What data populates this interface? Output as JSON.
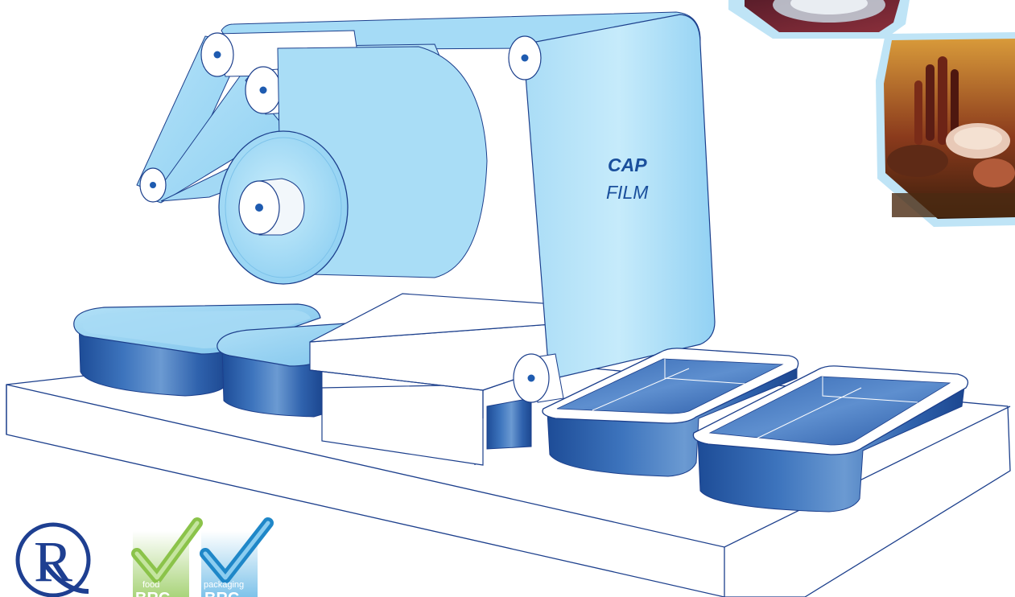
{
  "film_label": {
    "line1": "CAP",
    "line2": "FILM"
  },
  "certifications": {
    "food_badge": {
      "caption": "food",
      "mark": "BRC"
    },
    "packaging_badge": {
      "caption": "packaging",
      "mark": "BRC"
    }
  },
  "logo": {
    "icon": "rq-monogram-logo"
  },
  "photos": [
    {
      "icon": "food-plate-photo"
    },
    {
      "icon": "sausages-and-meat-photo"
    }
  ],
  "colors": {
    "film": "#9fd8f5",
    "film_light": "#cdeefb",
    "tray_dark": "#1e4e9a",
    "tray_mid": "#3f78c0",
    "outline": "#1c3f8c",
    "brc_green": "#8bc34a",
    "brc_blue": "#1f87c8"
  }
}
